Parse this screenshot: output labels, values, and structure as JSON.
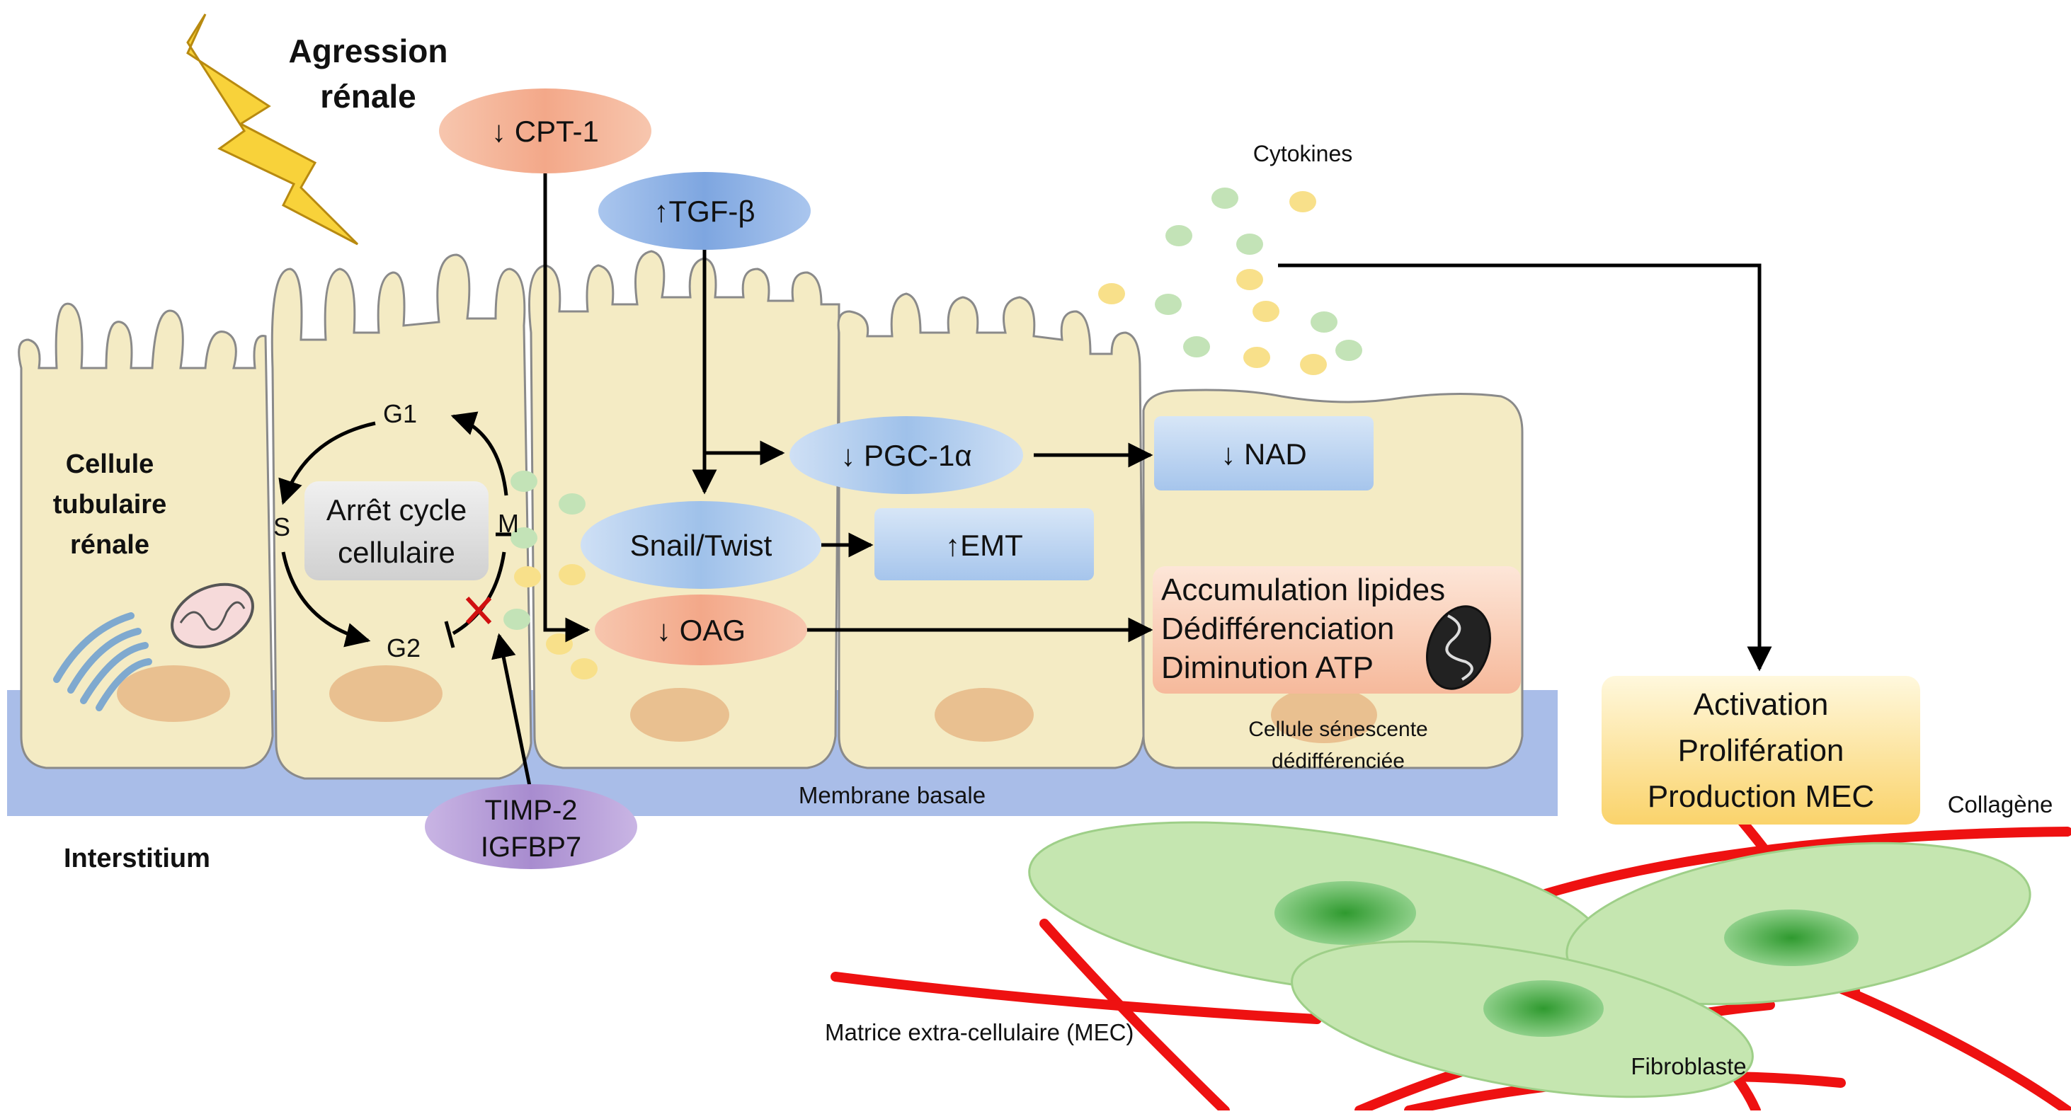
{
  "labels": {
    "agression": [
      "Agression",
      "rénale"
    ],
    "cellule_tubulaire": [
      "Cellule",
      "tubulaire",
      "rénale"
    ],
    "interstitium": "Interstitium",
    "cytokines": "Cytokines",
    "membrane_basale": "Membrane basale",
    "cellule_senescente": [
      "Cellule sénescente",
      "dédifférenciée"
    ],
    "collagene": "Collagène",
    "mec": "Matrice extra-cellulaire (MEC)",
    "fibroblaste": "Fibroblaste"
  },
  "cell_cycle": {
    "g1": "G1",
    "s": "S",
    "m": "M",
    "g2": "G2",
    "center": [
      "Arrêt cycle",
      "cellulaire"
    ]
  },
  "nodes": {
    "cpt1": "↓ CPT-1",
    "tgfb": "↑TGF-β",
    "pgc1a": "↓ PGC-1α",
    "nad": "↓ NAD",
    "snail": "Snail/Twist",
    "emt": "↑EMT",
    "oag": "↓ OAG",
    "timp": [
      "TIMP-2",
      "IGFBP7"
    ],
    "lipides": [
      "Accumulation lipides",
      "Dédifférenciation",
      "Diminution ATP"
    ],
    "activation": [
      "Activation",
      "Prolifération",
      "Production MEC"
    ]
  },
  "colors": {
    "cell_fill": "#f4ebc4",
    "cell_stroke": "#8a8a8a",
    "membrane": "#a9bde8",
    "collagen": "#ee1111",
    "fibroblast": "#c5e6b0",
    "orange_node": "#f5b69a",
    "blue_node": "#b8d2ef",
    "purple_node": "#b89fd6",
    "yellow_box": "#fbe7a0",
    "lightning": "#f8d23a"
  }
}
